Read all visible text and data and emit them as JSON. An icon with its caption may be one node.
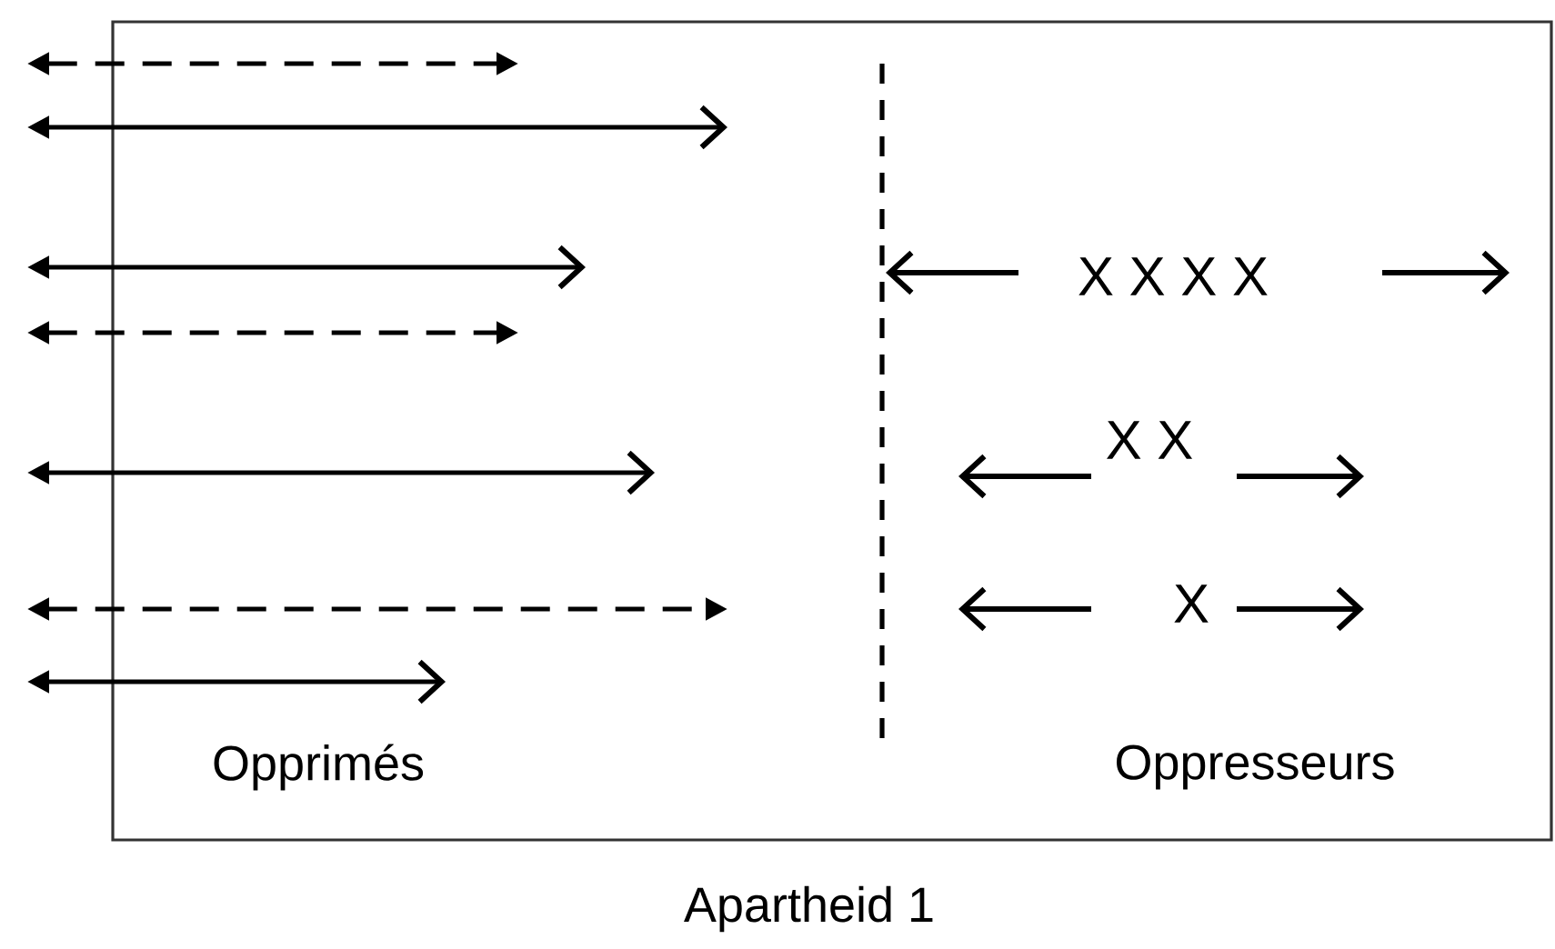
{
  "diagram": {
    "caption": "Apartheid 1",
    "labels": [
      "X X X X",
      "X X",
      "X",
      "Opprimés",
      "Oppresseurs"
    ]
  }
}
